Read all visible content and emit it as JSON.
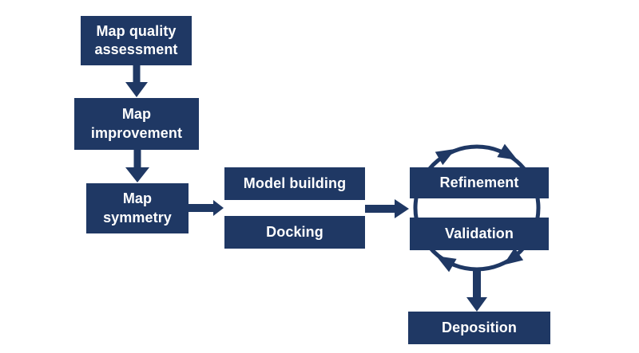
{
  "title": "Cryo-EM map to model workflow flowchart",
  "colors": {
    "accent": "#1f3864",
    "background": "#ffffff",
    "node_text": "#ffffff"
  },
  "nodes": {
    "map_quality": {
      "label": "Map quality\nassessment"
    },
    "map_improvement": {
      "label": "Map\nimprovement"
    },
    "map_symmetry": {
      "label": "Map\nsymmetry"
    },
    "model_building": {
      "label": "Model building"
    },
    "docking": {
      "label": "Docking"
    },
    "refinement": {
      "label": "Refinement"
    },
    "validation": {
      "label": "Validation"
    },
    "deposition": {
      "label": "Deposition"
    }
  },
  "edges": [
    {
      "from": "Map quality assessment",
      "to": "Map improvement",
      "type": "arrow-down"
    },
    {
      "from": "Map improvement",
      "to": "Map symmetry",
      "type": "arrow-down"
    },
    {
      "from": "Map symmetry",
      "to": "Model building / Docking",
      "type": "arrow-right"
    },
    {
      "from": "Model building / Docking",
      "to": "Refinement / Validation",
      "type": "arrow-right"
    },
    {
      "from": "Refinement",
      "to": "Validation",
      "type": "clockwise-cycle"
    },
    {
      "from": "Refinement / Validation cycle",
      "to": "Deposition",
      "type": "arrow-down"
    }
  ]
}
